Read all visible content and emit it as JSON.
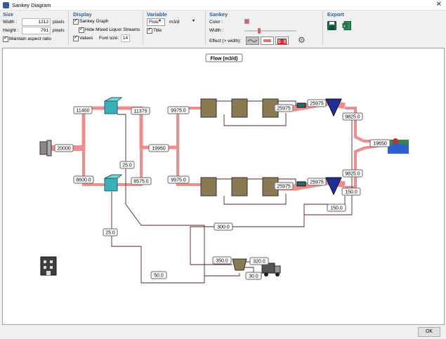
{
  "window": {
    "title": "Sankey Diagram",
    "close_glyph": "✕"
  },
  "size": {
    "section_label": "Size",
    "width_label": "Width :",
    "width_value": "1212",
    "width_unit": "pixels",
    "height_label": "Height :",
    "height_value": "791",
    "height_unit": "pixels",
    "maintain_aspect_label": "Maintain aspect ratio"
  },
  "display": {
    "section_label": "Display",
    "sankey_graph_label": "Sankey Graph",
    "hide_mixed_label": "Hide Mixed Liquor Streams",
    "values_label": "Values",
    "font_size_label": "Font size:",
    "font_size_value": "14"
  },
  "variable": {
    "section_label": "Variable",
    "variable_value": "Flow",
    "unit_value": "m3/d",
    "title_label": "Title"
  },
  "sankey": {
    "section_label": "Sankey",
    "color_label": "Color :",
    "width_label": "Width :",
    "effect_label": "Effect (> width):",
    "color_hex": "#e85a5a"
  },
  "export": {
    "section_label": "Export"
  },
  "diagram": {
    "title": "Flow (m3/d)",
    "labels": {
      "influent": "20000",
      "split_top": "11400",
      "split_bottom": "8600.0",
      "pc1_out": "11375",
      "pc2_out": "8575.0",
      "pc1_under": "25.0",
      "pc2_under": "25.0",
      "merge": "19950",
      "train1_in": "9975.0",
      "train2_in": "9975.0",
      "train1_mid": "25975",
      "train1_out": "25975",
      "train2_mid": "25975",
      "train2_out": "25975",
      "clar1_eff": "9825.0",
      "clar2_eff": "9825.0",
      "effluent": "19650",
      "was2": "150.0",
      "was1": "150.0",
      "was_comb": "300.0",
      "thick_in": "350.0",
      "thick_under": "320.0",
      "thick_over": "30.0",
      "sludge_bottom": "50.0"
    }
  },
  "footer": {
    "ok_label": "OK"
  }
}
